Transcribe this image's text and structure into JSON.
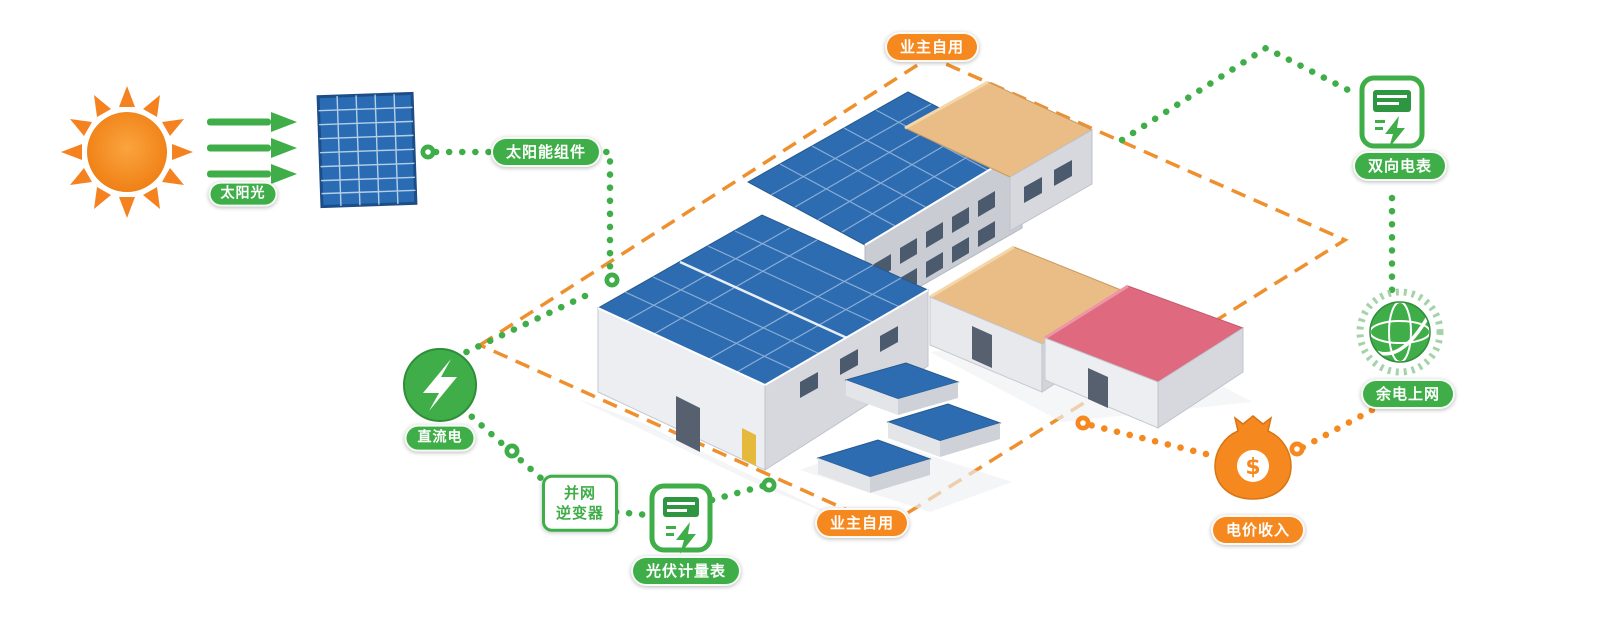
{
  "labels": {
    "sunlight": "太阳光",
    "solar_module": "太阳能组件",
    "owner_self_use_top": "业主自用",
    "owner_self_use_bottom": "业主自用",
    "bidirectional_meter": "双向电表",
    "surplus_power_to_grid": "余电上网",
    "electricity_price_income": "电价收入",
    "dc_power": "直流电",
    "grid_inverter_line1": "并网",
    "grid_inverter_line2": "逆变器",
    "pv_meter": "光伏计量表",
    "dollar_sign": "$"
  },
  "colors": {
    "green": "#3fae49",
    "orange": "#f5891f",
    "panel_blue": "#2e6cb2",
    "roof_tan": "#e9bd85",
    "roof_pink": "#df6a80"
  },
  "icons": {
    "sun": "sun-icon",
    "arrows": "sunlight-arrows-icon",
    "solar_panel": "solar-panel-icon",
    "dc_bolt": "dc-bolt-icon",
    "pv_meter": "pv-meter-icon",
    "bidirectional_meter": "bidirectional-meter-icon",
    "grid_globe": "grid-globe-icon",
    "money_bag": "money-bag-icon"
  }
}
